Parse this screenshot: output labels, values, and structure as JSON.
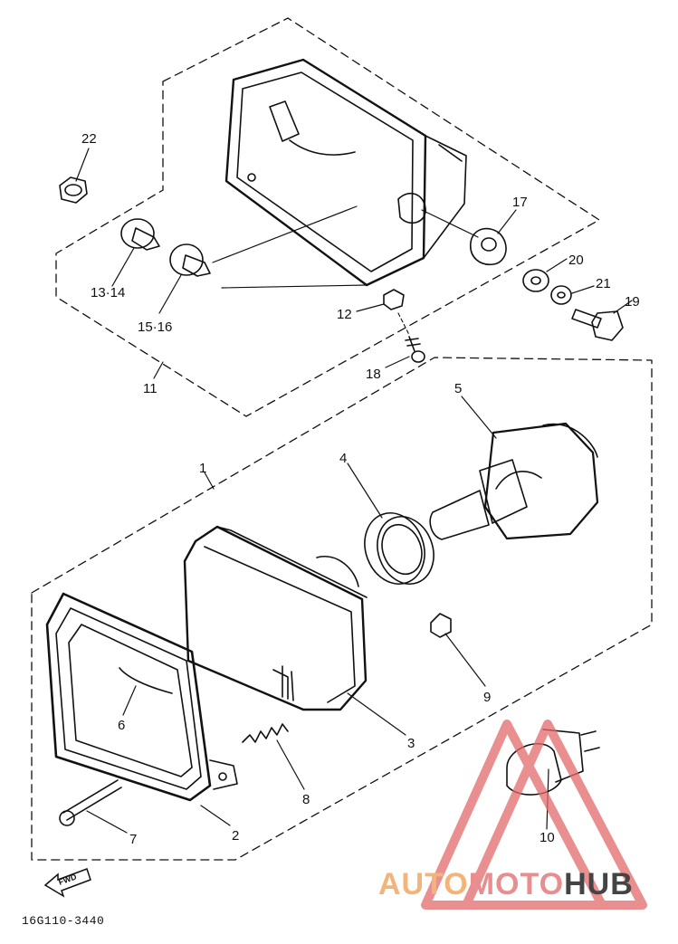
{
  "callouts": {
    "c1": "1",
    "c2": "2",
    "c3": "3",
    "c4": "4",
    "c5": "5",
    "c6": "6",
    "c7": "7",
    "c8": "8",
    "c9": "9",
    "c10": "10",
    "c11": "11",
    "c12": "12",
    "c13_14": "13·14",
    "c15_16": "15·16",
    "c17": "17",
    "c18": "18",
    "c19": "19",
    "c20": "20",
    "c21": "21",
    "c22": "22"
  },
  "fwd_label": "FWD",
  "drawing_code": "16G110-3440",
  "watermark": {
    "part1": "AUTO",
    "part2": "MOTO",
    "part3": "HUB"
  },
  "colors": {
    "ink": "#111111",
    "watermark_red": "#e46a6a",
    "watermark_orange": "#f3b47a",
    "watermark_dark": "#444444"
  }
}
